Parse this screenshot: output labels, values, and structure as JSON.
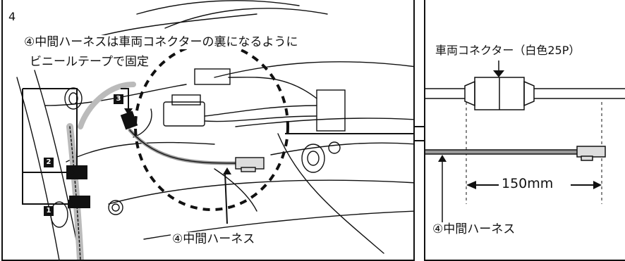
{
  "step": {
    "number": "4"
  },
  "instruction": {
    "line1": "④中間ハーネスは車両コネクターの裏になるように",
    "line2": "ビニールテープで固定"
  },
  "badges": [
    "1",
    "2",
    "3"
  ],
  "labels": {
    "harness_left": "④中間ハーネス",
    "vehicle_connector": "車両コネクター（白色25P）",
    "dimension": "150mm",
    "harness_right": "④中間ハーネス"
  }
}
